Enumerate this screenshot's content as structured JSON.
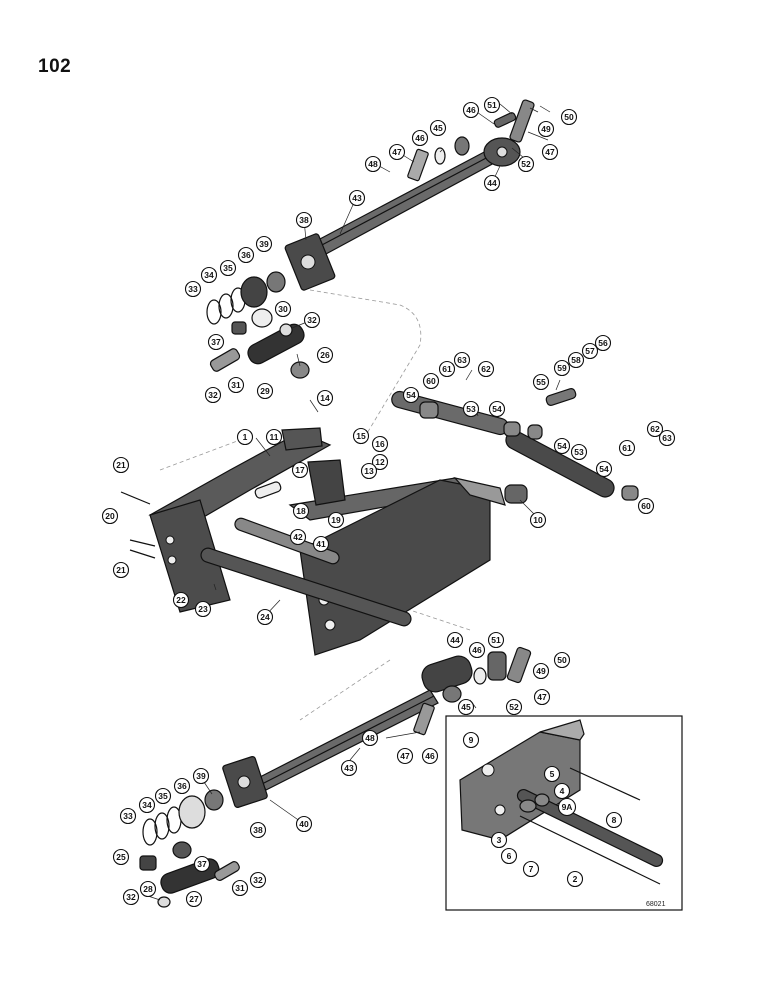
{
  "page_number": "102",
  "figure_code": "68021",
  "callouts": {
    "c1": "1",
    "c2": "2",
    "c3": "3",
    "c4": "4",
    "c5": "5",
    "c6": "6",
    "c7": "7",
    "c8": "8",
    "c9": "9",
    "c9a": "9A",
    "c10": "10",
    "c11": "11",
    "c12": "12",
    "c13": "13",
    "c14": "14",
    "c15": "15",
    "c16": "16",
    "c17": "17",
    "c18": "18",
    "c19": "19",
    "c20": "20",
    "c21a": "21",
    "c21b": "21",
    "c22": "22",
    "c23": "23",
    "c24": "24",
    "c25": "25",
    "c26": "26",
    "c27": "27",
    "c28": "28",
    "c29": "29",
    "c30": "30",
    "c31a": "31",
    "c31b": "31",
    "c32a": "32",
    "c32b": "32",
    "c32c": "32",
    "c32d": "32",
    "c33a": "33",
    "c33b": "33",
    "c34a": "34",
    "c34b": "34",
    "c35a": "35",
    "c35b": "35",
    "c36a": "36",
    "c36b": "36",
    "c37a": "37",
    "c37b": "37",
    "c38a": "38",
    "c38b": "38",
    "c39a": "39",
    "c39b": "39",
    "c40": "40",
    "c41": "41",
    "c42": "42",
    "c43a": "43",
    "c43b": "43",
    "c44a": "44",
    "c44b": "44",
    "c45a": "45",
    "c45b": "45",
    "c46a": "46",
    "c46b": "46",
    "c46c": "46",
    "c46d": "46",
    "c47a": "47",
    "c47b": "47",
    "c47c": "47",
    "c47d": "47",
    "c48a": "48",
    "c48b": "48",
    "c49a": "49",
    "c49b": "49",
    "c50a": "50",
    "c50b": "50",
    "c51a": "51",
    "c51b": "51",
    "c52a": "52",
    "c52b": "52",
    "c53a": "53",
    "c53b": "53",
    "c54a": "54",
    "c54b": "54",
    "c54c": "54",
    "c54d": "54",
    "c55": "55",
    "c56": "56",
    "c57": "57",
    "c58": "58",
    "c59": "59",
    "c60a": "60",
    "c60b": "60",
    "c61a": "61",
    "c61b": "61",
    "c62a": "62",
    "c62b": "62",
    "c63a": "63",
    "c63b": "63"
  }
}
